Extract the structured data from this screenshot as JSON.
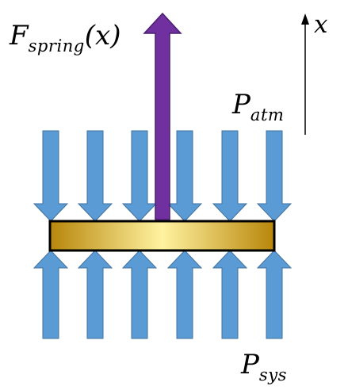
{
  "labels": {
    "spring_force": {
      "main": "F",
      "sub": "spring",
      "suffix": "(x)"
    },
    "atm_pressure": {
      "main": "P",
      "sub": "atm"
    },
    "sys_pressure": {
      "main": "P",
      "sub": "sys"
    },
    "axis": "x"
  },
  "arrows": {
    "down_count": 6,
    "up_count": 6
  },
  "colors": {
    "pressure_arrow_fill": "#5b9bd5",
    "pressure_arrow_stroke": "#41719c",
    "spring_arrow_fill": "#7030a0",
    "spring_arrow_stroke": "#4b1f6f",
    "piston_light": "#fff2a0",
    "piston_mid": "#e8c547",
    "piston_dark": "#b8860b",
    "outline": "#000000"
  }
}
